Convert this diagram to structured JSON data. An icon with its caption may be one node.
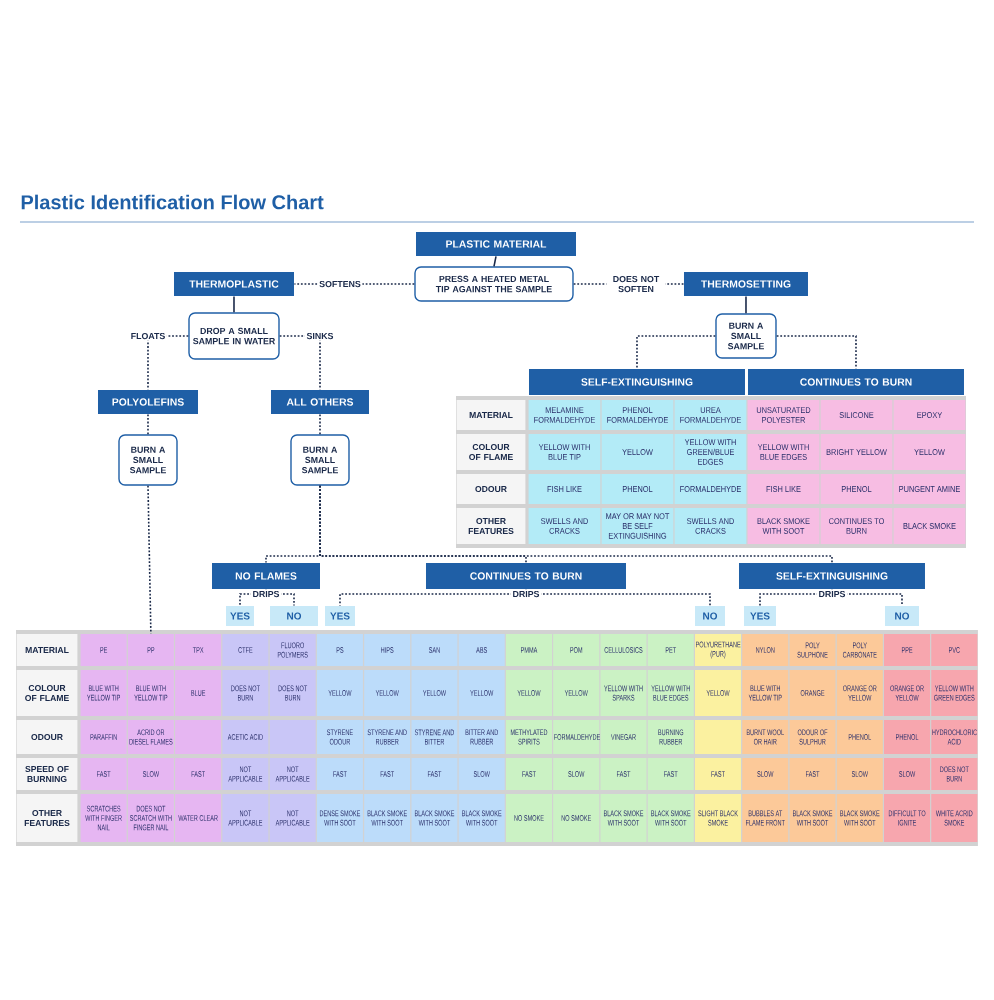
{
  "diagram": {
    "title": "Plastic Identification Flow Chart",
    "nodes": [
      {
        "text": [
          "PLASTIC MATERIAL"
        ]
      },
      {
        "text": [
          "PRESS A HEATED METAL TIP AGAINST THE SAMPLE"
        ]
      },
      {
        "text": [
          "THERMOPLASTIC"
        ]
      },
      {
        "text": [
          "THERMOSETTING"
        ]
      },
      {
        "text": [
          "DROP A SMALL SAMPLE IN WATER"
        ]
      },
      {
        "text": [
          "BURN A SMALL SAMPLE"
        ]
      },
      {
        "text": [
          "POLYOLEFINS"
        ]
      },
      {
        "text": [
          "ALL OTHERS"
        ]
      },
      {
        "text": [
          "BURN A SMALL SAMPLE"
        ]
      },
      {
        "text": [
          "BURN A SMALL SAMPLE"
        ]
      },
      {
        "text": [
          "SELF-EXTINGUISHING"
        ]
      },
      {
        "text": [
          "CONTINUES TO BURN"
        ]
      },
      {
        "text": [
          "NO FLAMES"
        ]
      },
      {
        "text": [
          "CONTINUES TO BURN"
        ]
      },
      {
        "text": [
          "SELF-EXTINGUISHING"
        ]
      },
      {
        "text": [
          "YES"
        ]
      },
      {
        "text": [
          "NO"
        ]
      },
      {
        "text": [
          "YES"
        ]
      },
      {
        "text": [
          "NO"
        ]
      },
      {
        "text": [
          "YES"
        ]
      },
      {
        "text": [
          "NO"
        ]
      },
      {
        "text": [
          "PP"
        ]
      }
    ],
    "edges": [
      {
        "from": 0,
        "to": 1,
        "arrow": "none"
      },
      {
        "from": 1,
        "to": 2,
        "arrow": "none",
        "label": "SOFTENS",
        "style": "dashed"
      },
      {
        "from": 1,
        "to": 3,
        "arrow": "none",
        "label": "DOES NOT SOFTEN",
        "style": "dashed"
      },
      {
        "from": 2,
        "to": 4,
        "arrow": "none"
      },
      {
        "from": 3,
        "to": 5,
        "arrow": "none"
      },
      {
        "from": 4,
        "to": 6,
        "arrow": "none",
        "label": "FLOATS",
        "style": "dashed"
      },
      {
        "from": 4,
        "to": 7,
        "arrow": "none",
        "label": "SINKS",
        "style": "dashed"
      },
      {
        "from": 6,
        "to": 8,
        "arrow": "none",
        "style": "dashed"
      },
      {
        "from": 7,
        "to": 9,
        "arrow": "none",
        "style": "dashed"
      },
      {
        "from": 8,
        "to": 21,
        "arrow": "none",
        "style": "dashed"
      },
      {
        "from": 5,
        "to": 10,
        "arrow": "none",
        "style": "dashed"
      },
      {
        "from": 5,
        "to": 11,
        "arrow": "none",
        "style": "dashed"
      },
      {
        "from": 9,
        "to": 12,
        "arrow": "none",
        "style": "dashed"
      },
      {
        "from": 9,
        "to": 13,
        "arrow": "none",
        "style": "dashed"
      },
      {
        "from": 9,
        "to": 14,
        "arrow": "none",
        "style": "dashed"
      },
      {
        "from": 12,
        "to": 15,
        "arrow": "none",
        "label": "DRIPS",
        "style": "dashed"
      },
      {
        "from": 12,
        "to": 16,
        "arrow": "none",
        "style": "dashed"
      },
      {
        "from": 13,
        "to": 17,
        "arrow": "none",
        "label": "DRIPS",
        "style": "dashed"
      },
      {
        "from": 13,
        "to": 18,
        "arrow": "none",
        "style": "dashed"
      },
      {
        "from": 14,
        "to": 19,
        "arrow": "none",
        "label": "DRIPS",
        "style": "dashed"
      },
      {
        "from": 14,
        "to": 20,
        "arrow": "none",
        "style": "dashed"
      }
    ],
    "labels": [
      "MATERIAL",
      "MELAMINE FORMALDEHYDE",
      "PHENOL FORMALDEHYDE",
      "UREA FORMALDEHYDE",
      "UNSATURATED POLYESTER",
      "SILICONE",
      "EPOXY",
      "COLOUR OF FLAME",
      "YELLOW WITH BLUE TIP",
      "YELLOW",
      "YELLOW WITH GREEN/BLUE EDGES",
      "YELLOW WITH BLUE EDGES",
      "BRIGHT YELLOW",
      "YELLOW",
      "ODOUR",
      "FISH LIKE",
      "PHENOL",
      "FORMALDEHYDE",
      "FISH LIKE",
      "PHENOL",
      "PUNGENT AMINE",
      "OTHER FEATURES",
      "SWELLS AND CRACKS",
      "MAY OR MAY NOT BE SELF EXTINGUISHING",
      "SWELLS AND CRACKS",
      "BLACK SMOKE WITH SOOT",
      "CONTINUES TO BURN",
      "BLACK SMOKE",
      "MATERIAL",
      "PE",
      "TPX",
      "CTFE",
      "FLUORO POLYMERS",
      "PS",
      "HIPS",
      "SAN",
      "ABS",
      "PMMA",
      "POM",
      "CELLULOSICS",
      "PET",
      "POLYURETHANE (PUR)",
      "NYLON",
      "POLY SULPHONE",
      "POLY CARBONATE",
      "PPE",
      "PVC",
      "COLOUR OF FLAME",
      "BLUE WITH YELLOW TIP",
      "BLUE WITH YELLOW TIP",
      "BLUE",
      "DOES NOT BURN",
      "DOES NOT BURN",
      "YELLOW",
      "YELLOW",
      "YELLOW",
      "YELLOW",
      "YELLOW",
      "YELLOW",
      "YELLOW WITH SPARKS",
      "YELLOW WITH BLUE EDGES",
      "YELLOW",
      "BLUE WITH YELLOW TIP",
      "ORANGE",
      "ORANGE OR YELLOW",
      "ORANGE OR YELLOW",
      "YELLOW WITH GREEN EDGES",
      "ODOUR",
      "PARAFFIN",
      "ACRID OR DIESEL FLAMES",
      "ACETIC ACID",
      "STYRENE ODOUR",
      "STYRENE AND RUBBER",
      "STYRENE AND BITTER",
      "BITTER AND RUBBER",
      "METHYLATED SPIRITS",
      "FORMALDEHYDE",
      "VINEGAR",
      "BURNING RUBBER",
      "BURNT WOOL OR HAIR",
      "ODOUR OF SULPHUR",
      "PHENOL",
      "PHENOL",
      "HYDROCHLORIC ACID",
      "SPEED OF BURNING",
      "FAST",
      "SLOW",
      "FAST",
      "NOT APPLICABLE",
      "NOT APPLICABLE",
      "FAST",
      "FAST",
      "FAST",
      "SLOW",
      "FAST",
      "SLOW",
      "FAST",
      "FAST",
      "FAST",
      "SLOW",
      "FAST",
      "SLOW",
      "SLOW",
      "DOES NOT BURN",
      "OTHER FEATURES",
      "SCRATCHES WITH FINGER NAIL",
      "DOES NOT SCRATCH WITH FINGER NAIL",
      "WATER CLEAR",
      "NOT APPLICABLE",
      "NOT APPLICABLE",
      "DENSE SMOKE WITH SOOT",
      "BLACK SMOKE WITH SOOT",
      "BLACK SMOKE WITH SOOT",
      "BLACK SMOKE WITH SOOT",
      "NO SMOKE",
      "NO SMOKE",
      "BLACK SMOKE WITH SOOT",
      "BLACK SMOKE WITH SOOT",
      "SLIGHT BLACK SMOKE",
      "BUBBLES AT FLAME FRONT",
      "BLACK SMOKE WITH SOOT",
      "BLACK SMOKE WITH SOOT",
      "DIFFICULT TO IGNITE",
      "WHITE ACRID SMOKE"
    ]
  }
}
